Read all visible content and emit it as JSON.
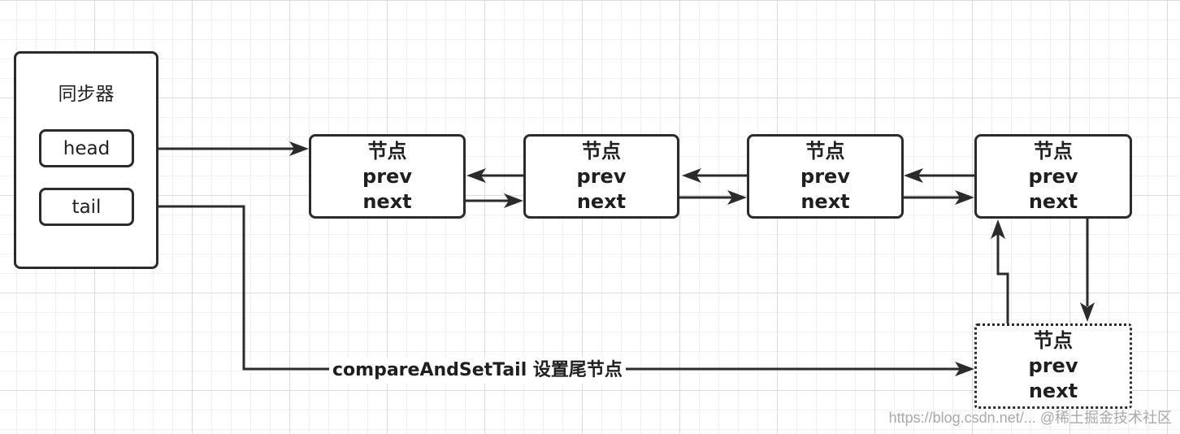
{
  "synchronizer": {
    "title": "同步器",
    "head_label": "head",
    "tail_label": "tail"
  },
  "nodes": [
    {
      "title": "节点",
      "prev": "prev",
      "next": "next"
    },
    {
      "title": "节点",
      "prev": "prev",
      "next": "next"
    },
    {
      "title": "节点",
      "prev": "prev",
      "next": "next"
    },
    {
      "title": "节点",
      "prev": "prev",
      "next": "next"
    }
  ],
  "new_node": {
    "title": "节点",
    "prev": "prev",
    "next": "next"
  },
  "edge_label": "compareAndSetTail 设置尾节点",
  "watermark": "https://blog.csdn.net/... @稀土掘金技术社区",
  "colors": {
    "stroke": "#2b2b2b",
    "grid": "#dcdcdc",
    "background": "#ffffff"
  }
}
